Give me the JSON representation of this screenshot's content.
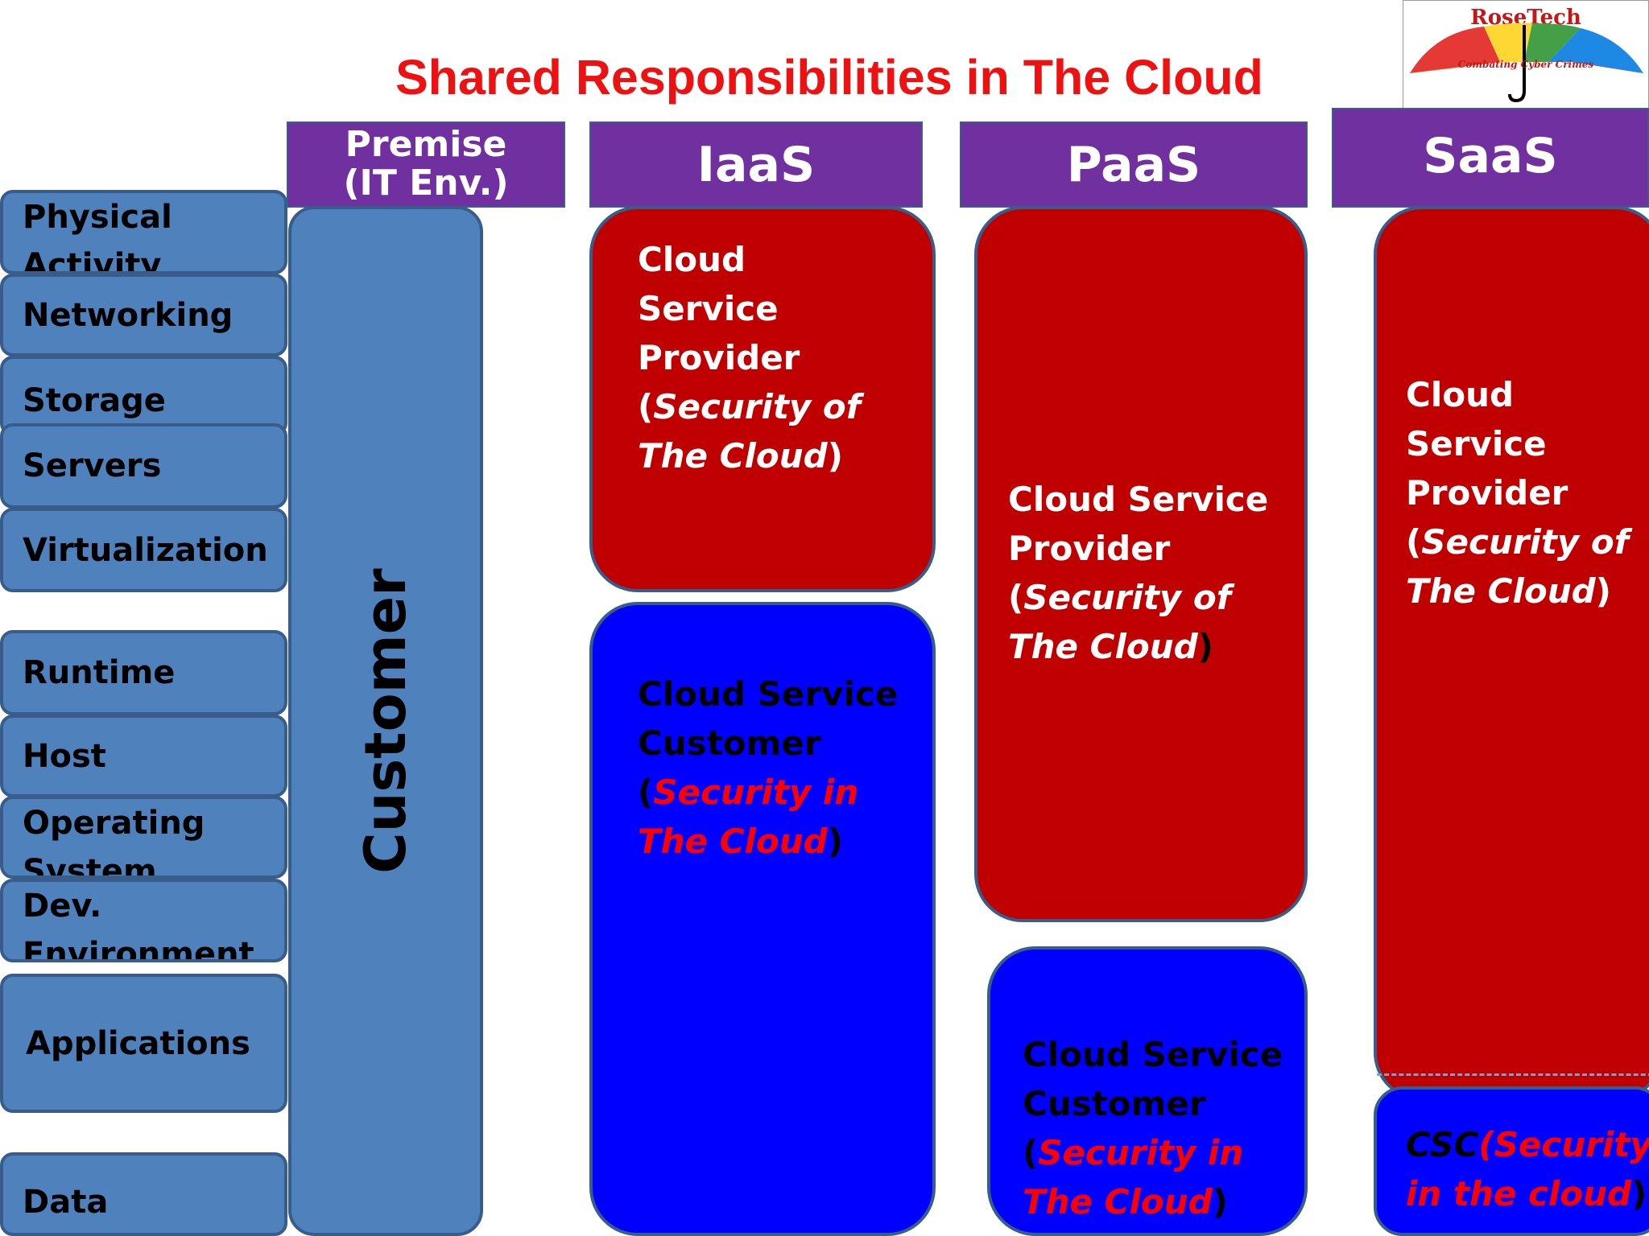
{
  "title": "Shared Responsibilities in The Cloud",
  "logo": {
    "brand": "RoseTech",
    "tagline": "Combating Cyber Crimes"
  },
  "columns": {
    "premise": {
      "line1": "Premise",
      "line2": "(IT Env.)"
    },
    "iaas": "IaaS",
    "paas": "PaaS",
    "saas": "SaaS"
  },
  "layers": {
    "physical": [
      "Physical",
      "Activity"
    ],
    "networking": "Networking",
    "storage": "Storage",
    "servers": "Servers",
    "virtualization": "Virtualization",
    "runtime": "Runtime",
    "host": "Host",
    "os": [
      "Operating",
      "System"
    ],
    "devenv": [
      "Dev.",
      "Environment"
    ],
    "applications": "Applications",
    "data": "Data"
  },
  "customer": "Customer",
  "boxes": {
    "csp": {
      "l1": "Cloud",
      "l2": "Service",
      "l3": "Provider",
      "paren_open": "(",
      "sec": "Security of",
      "the_cloud": "The Cloud",
      "paren_close": ")",
      "cloud_service": "Cloud Service"
    },
    "csc": {
      "cloud_service": "Cloud Service",
      "customer": "Customer",
      "paren_open": "(",
      "sec": "Security in",
      "the_cloud": "The Cloud",
      "paren_close": ")"
    },
    "saas_csc": {
      "abbr": "CSC",
      "sec1": "(Security",
      "sec2": "in the cloud",
      "paren_close": ")"
    }
  },
  "colors": {
    "title": "#ee1111",
    "header": "#7030a0",
    "layer": "#4f81bd",
    "provider": "#c00000",
    "customer_box": "#0000ff"
  }
}
